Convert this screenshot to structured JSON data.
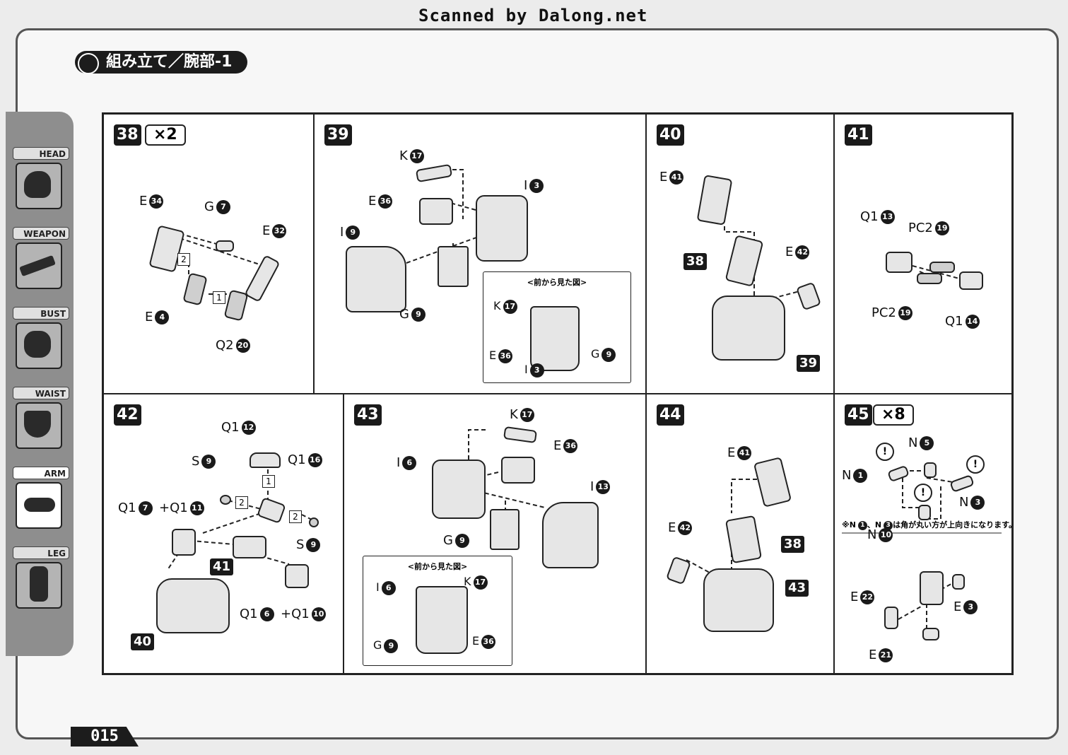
{
  "header": {
    "scan_credit": "Scanned by Dalong.net",
    "title": "組み立て／腕部-1"
  },
  "sidebar": {
    "items": [
      {
        "label": "HEAD",
        "id": "head",
        "active": false
      },
      {
        "label": "WEAPON",
        "id": "weapon",
        "active": false
      },
      {
        "label": "BUST",
        "id": "bust",
        "active": false
      },
      {
        "label": "WAIST",
        "id": "waist",
        "active": false
      },
      {
        "label": "ARM",
        "id": "arm",
        "active": true
      },
      {
        "label": "LEG",
        "id": "leg",
        "active": false
      }
    ]
  },
  "page_number": "015",
  "steps": {
    "s38": {
      "num": "38",
      "mult": "×2",
      "labels": [
        "E",
        "G",
        "E",
        "E",
        "Q2"
      ],
      "nums": [
        "34",
        "7",
        "32",
        "4",
        "20"
      ],
      "boxes": [
        "2",
        "1"
      ]
    },
    "s39": {
      "num": "39",
      "labels": [
        "K",
        "E",
        "I",
        "I",
        "G"
      ],
      "nums": [
        "17",
        "36",
        "3",
        "9",
        "9"
      ],
      "inset_caption": "<前から見た図>",
      "inset_labels": [
        "K",
        "E",
        "G",
        "I"
      ],
      "inset_nums": [
        "17",
        "36",
        "9",
        "3"
      ]
    },
    "s40": {
      "num": "40",
      "labels": [
        "E",
        "E"
      ],
      "nums": [
        "41",
        "42"
      ],
      "tags": [
        "38",
        "39"
      ]
    },
    "s41": {
      "num": "41",
      "labels": [
        "Q1",
        "PC2",
        "PC2",
        "Q1"
      ],
      "nums": [
        "13",
        "19",
        "19",
        "14"
      ]
    },
    "s42": {
      "num": "42",
      "labels": [
        "Q1",
        "S",
        "Q1",
        "Q1",
        "+Q1",
        "S",
        "Q1",
        "+Q1"
      ],
      "nums": [
        "12",
        "9",
        "16",
        "7",
        "11",
        "9",
        "6",
        "10"
      ],
      "boxes": [
        "1",
        "2",
        "2"
      ],
      "tags": [
        "41",
        "40"
      ]
    },
    "s43": {
      "num": "43",
      "labels": [
        "K",
        "E",
        "I",
        "I",
        "G"
      ],
      "nums": [
        "17",
        "36",
        "6",
        "13",
        "9"
      ],
      "inset_caption": "<前から見た図>",
      "inset_labels": [
        "I",
        "K",
        "G",
        "E"
      ],
      "inset_nums": [
        "6",
        "17",
        "9",
        "36"
      ]
    },
    "s44": {
      "num": "44",
      "labels": [
        "E",
        "E"
      ],
      "nums": [
        "41",
        "42"
      ],
      "tags": [
        "38",
        "43"
      ]
    },
    "s45": {
      "num": "45",
      "mult": "×8",
      "labels": [
        "N",
        "N",
        "N",
        "N",
        "E",
        "E",
        "E"
      ],
      "nums": [
        "5",
        "1",
        "3",
        "10",
        "22",
        "3",
        "21"
      ],
      "note_prefix": "※N",
      "note_n1": "1",
      "note_sep": "、N",
      "note_n3": "3",
      "note_suffix": "は角が丸い方が上向きになります。",
      "warn": "!"
    }
  }
}
